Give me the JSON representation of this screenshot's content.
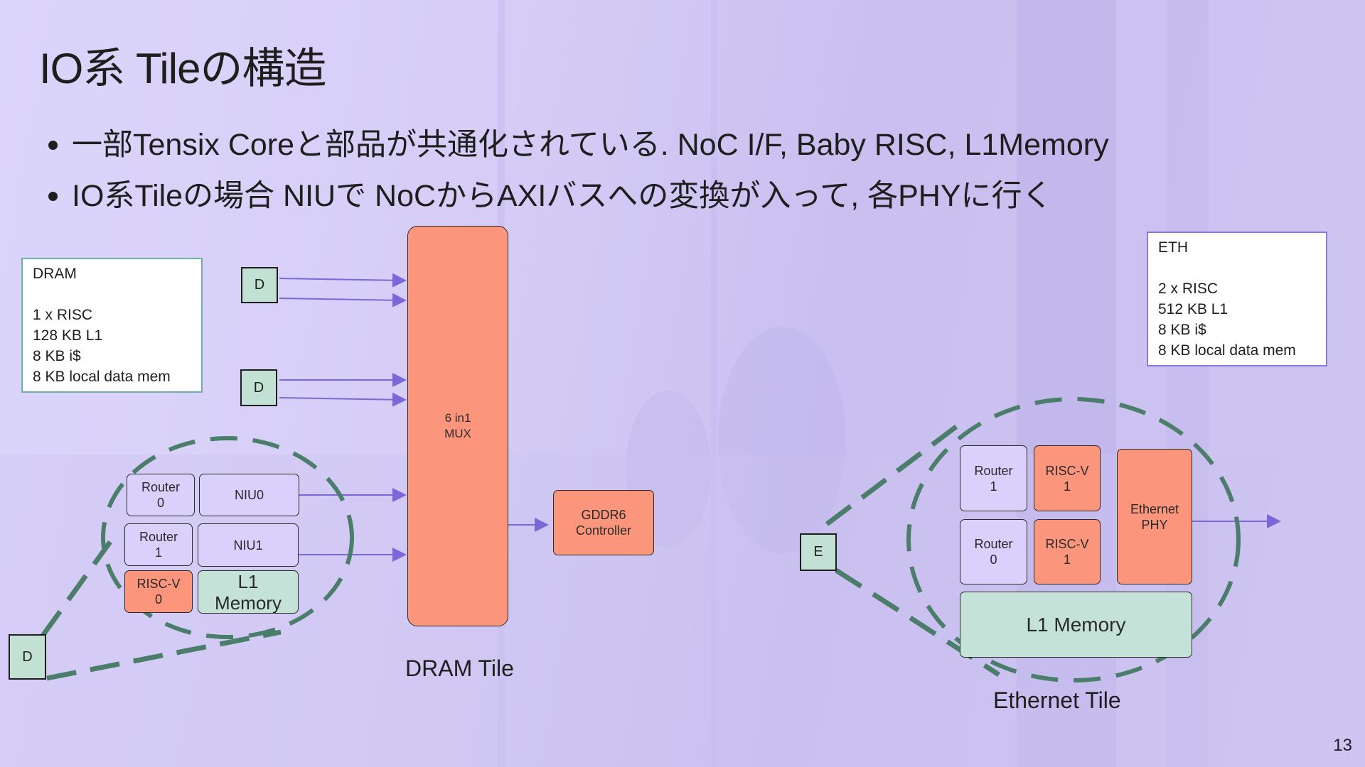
{
  "slide": {
    "title": "IO系 Tileの構造",
    "bullets": [
      "一部Tensix Coreと部品が共通化されている. NoC I/F, Baby RISC, L1Memory",
      "IO系Tileの場合 NIUで NoCからAXIバスへの変換が入って, 各PHYに行く"
    ],
    "page_number": "13"
  },
  "dram_info": {
    "text": "DRAM\n\n1 x RISC\n128 KB L1\n8 KB i$\n8 KB local data mem"
  },
  "eth_info": {
    "text": "ETH\n\n2 x RISC\n512 KB L1\n8 KB i$\n8 KB local data mem"
  },
  "dram_tile": {
    "caption": "DRAM Tile",
    "d_top": "D",
    "d_mid": "D",
    "d_bottom": "D",
    "router0": "Router\n0",
    "router1": "Router\n1",
    "niu0": "NIU0",
    "niu1": "NIU1",
    "riscv0": "RISC-V\n0",
    "l1": "L1\nMemory",
    "mux": "6 in1\nMUX",
    "gddr6": "GDDR6\nController"
  },
  "eth_tile": {
    "caption": "Ethernet Tile",
    "e": "E",
    "router1": "Router\n1",
    "router0": "Router\n0",
    "riscv_a": "RISC-V\n1",
    "riscv_b": "RISC-V\n1",
    "phy": "Ethernet\nPHY",
    "l1": "L1 Memory"
  },
  "colors": {
    "background": "#d5cdf6",
    "block_lavender": "#d9d0fb",
    "block_salmon": "#fb967d",
    "block_green": "#c5e2d8",
    "dashed_outline": "#4a7d6a",
    "arrow": "#7b68d8",
    "dram_box_border": "#6fb0a4",
    "eth_box_border": "#8a78e0"
  }
}
